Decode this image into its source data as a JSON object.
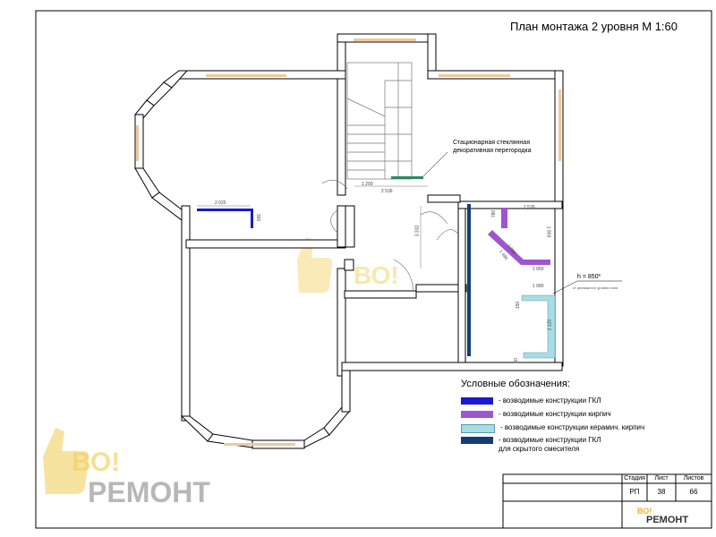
{
  "title": "План монтажа 2 уровня   М 1:60",
  "annotations": {
    "partition_line1": "Стационарная стеклянная",
    "partition_line2": "декоративная перегородка",
    "height": "h = 850*",
    "height_sub": "от финишного уровня пола"
  },
  "dimensions": {
    "d1": "2 020",
    "d2": "300",
    "d3": "1 200",
    "d4": "2 536",
    "d5": "3 332",
    "d6": "780",
    "d7": "1 576",
    "d8": "1 903",
    "d9": "1 060",
    "d10": "1 490",
    "d11": "1 050",
    "d12": "1 080",
    "d13": "150",
    "d14": "2 120",
    "d15": "60"
  },
  "legend": {
    "title": "Условные обозначения:",
    "items": [
      {
        "label": "- возводимые конструкции ГКЛ",
        "label2": "",
        "color": "#1a1ad0"
      },
      {
        "label": "- возводимые конструкции кирпич",
        "label2": "",
        "color": "#a055d0"
      },
      {
        "label": "- возводимые конструкции керамич. кирпич",
        "label2": "",
        "color": "#a8dde6"
      },
      {
        "label": "- возводимые конструкции ГКЛ",
        "label2": "для скрытого смесителя",
        "color": "#143c78"
      }
    ]
  },
  "stamp": {
    "stage_header": "Стадия",
    "sheet_header": "Лист",
    "sheets_header": "Листов",
    "stage": "РП",
    "sheet": "38",
    "sheets": "66"
  },
  "watermark": {
    "bo": "ВО!",
    "brand": "РЕМОНТ"
  },
  "colors": {
    "wall": "#ffffff",
    "stroke": "#000000",
    "window": "#f0c89a",
    "gkl": "#1a1ad0",
    "brick": "#a055d0",
    "ceramic": "#a8dde6",
    "gkl_hidden": "#143c78",
    "glass": "#2a8a60"
  }
}
